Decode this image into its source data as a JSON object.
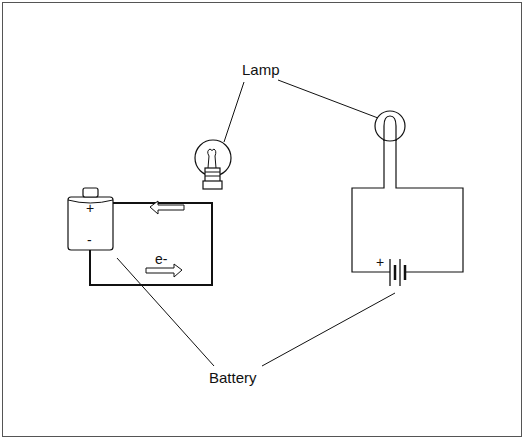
{
  "diagram": {
    "labels": [
      "Lamp",
      "+",
      "-",
      "e-",
      "+",
      "Battery"
    ]
  }
}
